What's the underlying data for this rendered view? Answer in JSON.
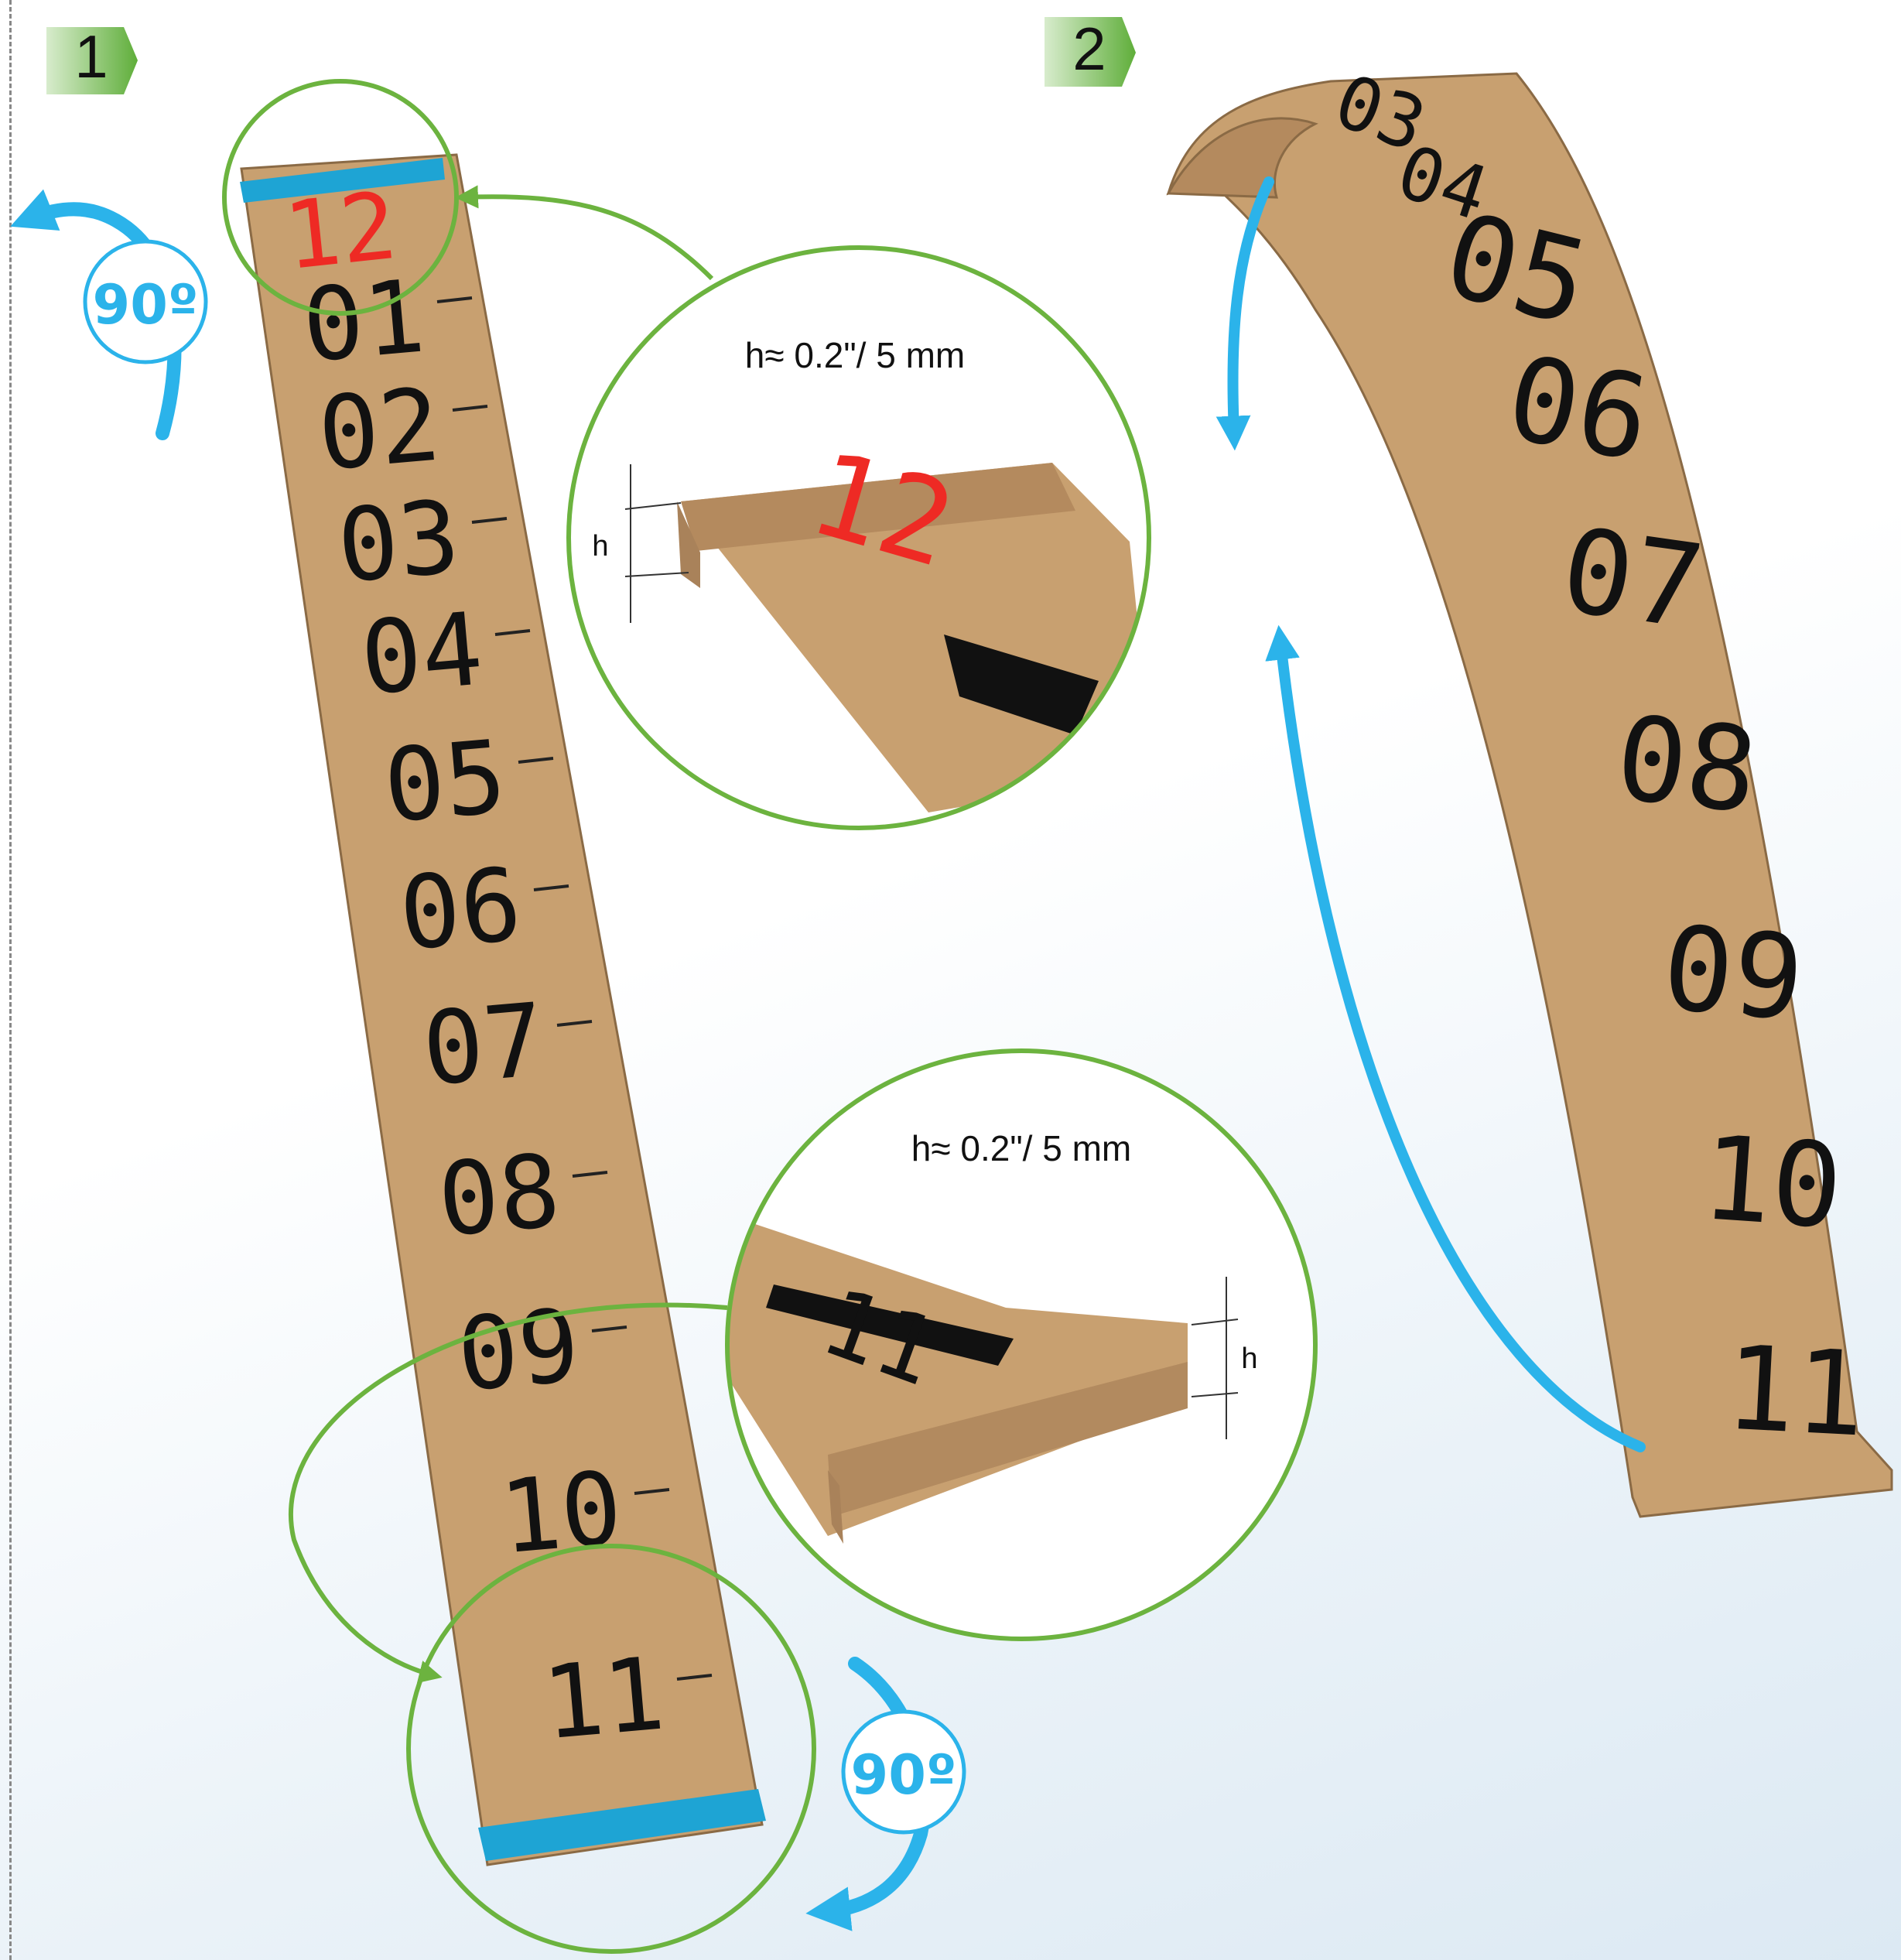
{
  "steps": [
    "1",
    "2"
  ],
  "rotation_label": "90º",
  "detail_label": "h≈ 0.2\"/ 5 mm",
  "h_label": "h",
  "strip_top_number": "12",
  "strip_numbers": [
    "01",
    "02",
    "03",
    "04",
    "05",
    "06",
    "07",
    "08",
    "09",
    "10",
    "11"
  ],
  "curved_strip_numbers": [
    "03",
    "04",
    "05",
    "06",
    "07",
    "08",
    "09",
    "10",
    "11"
  ],
  "colors": {
    "cardboard": "#c8a070",
    "cardboard_dark": "#a9825a",
    "tape": "#1ea4d4",
    "arrow_blue": "#2bb3ea",
    "circle_green": "#6cb33f",
    "step_green": "#5fae3a",
    "number_red": "#ee2a24",
    "number_black": "#111111"
  }
}
